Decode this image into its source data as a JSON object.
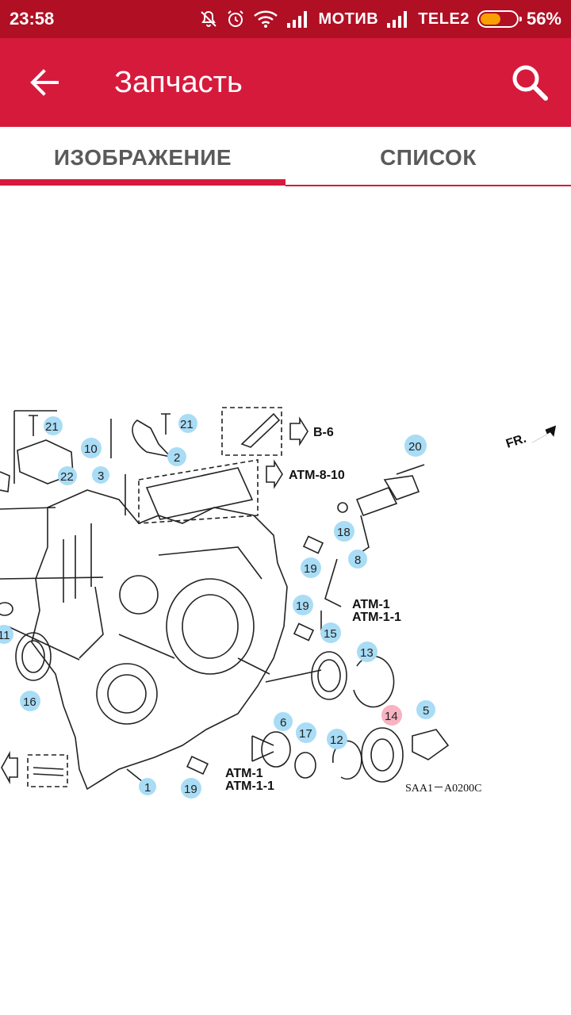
{
  "status_bar": {
    "time": "23:58",
    "carrier1": "МОТИВ",
    "carrier2": "TELE2",
    "battery": "56%",
    "battery_level": 0.56
  },
  "app_bar": {
    "title": "Запчасть",
    "back_icon": "arrow-left-icon",
    "search_icon": "search-icon"
  },
  "tabs": [
    {
      "label": "ИЗОБРАЖЕНИЕ",
      "active": true
    },
    {
      "label": "СПИСОК",
      "active": false
    }
  ],
  "colors": {
    "status_bar": "#b00f24",
    "app_bar": "#d61a3c",
    "callout_blue": "#a9dcf5",
    "callout_pink": "#f7b3c1"
  },
  "diagram": {
    "callouts": [
      "21",
      "10",
      "2",
      "21",
      "22",
      "3",
      "20",
      "18",
      "8",
      "19",
      "19",
      "15",
      "11",
      "16",
      "13",
      "14",
      "5",
      "6",
      "17",
      "12",
      "1",
      "19"
    ],
    "highlighted_callout": "14",
    "references": [
      "B-6",
      "ATM-8-10",
      "ATM-1",
      "ATM-1-1",
      "ATM-1",
      "ATM-1-1",
      "FR."
    ],
    "code": "SAA1－A0200C"
  }
}
